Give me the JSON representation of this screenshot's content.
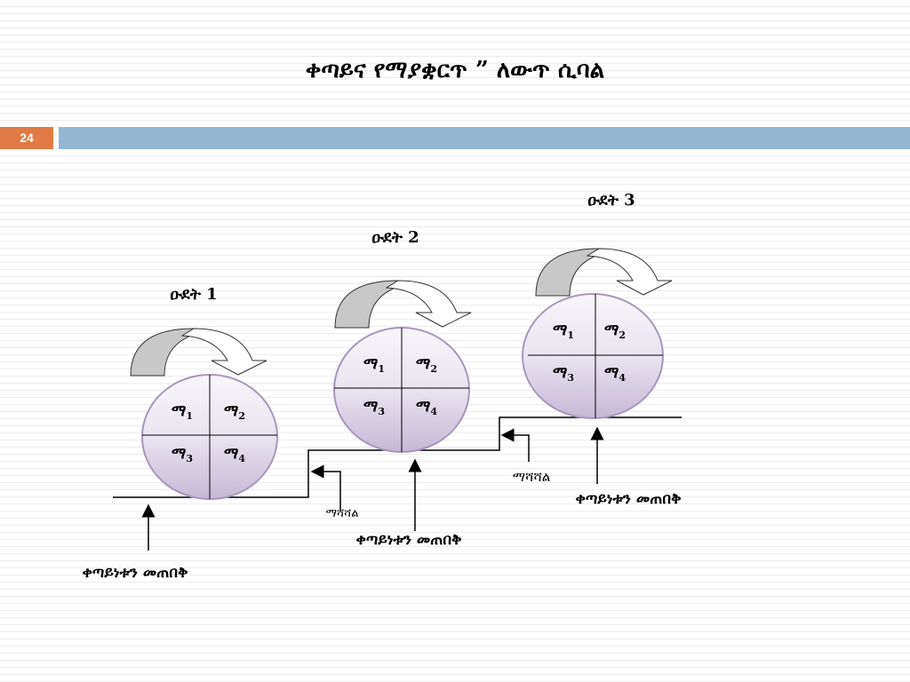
{
  "title": "ቀጣይና የማያቋርጥ ” ለውጥ ሲባል",
  "slide_number": "24",
  "colors": {
    "accent_orange": "#e07b45",
    "bar_blue": "#93b6d3",
    "circle_top": "#f4f2f7",
    "circle_bottom": "#c9bcd8"
  },
  "cycles": [
    {
      "label": "ዑደት 1",
      "q1": "ማ",
      "q2": "ማ",
      "q3": "ማ",
      "q4": "ማ",
      "s1": "1",
      "s2": "2",
      "s3": "3",
      "s4": "4",
      "maintain": "ቀጣይነቱን መጠበቅ"
    },
    {
      "label": "ዑደት 2",
      "q1": "ማ",
      "q2": "ማ",
      "q3": "ማ",
      "q4": "ማ",
      "s1": "1",
      "s2": "2",
      "s3": "3",
      "s4": "4",
      "maintain": "ቀጣይነቱን መጠበቅ",
      "improve": "ማሻሻል"
    },
    {
      "label": "ዑደት 3",
      "q1": "ማ",
      "q2": "ማ",
      "q3": "ማ",
      "q4": "ማ",
      "s1": "1",
      "s2": "2",
      "s3": "3",
      "s4": "4",
      "maintain": "ቀጣይነቱን መጠበቅ",
      "improve": "ማሻሻል"
    }
  ]
}
